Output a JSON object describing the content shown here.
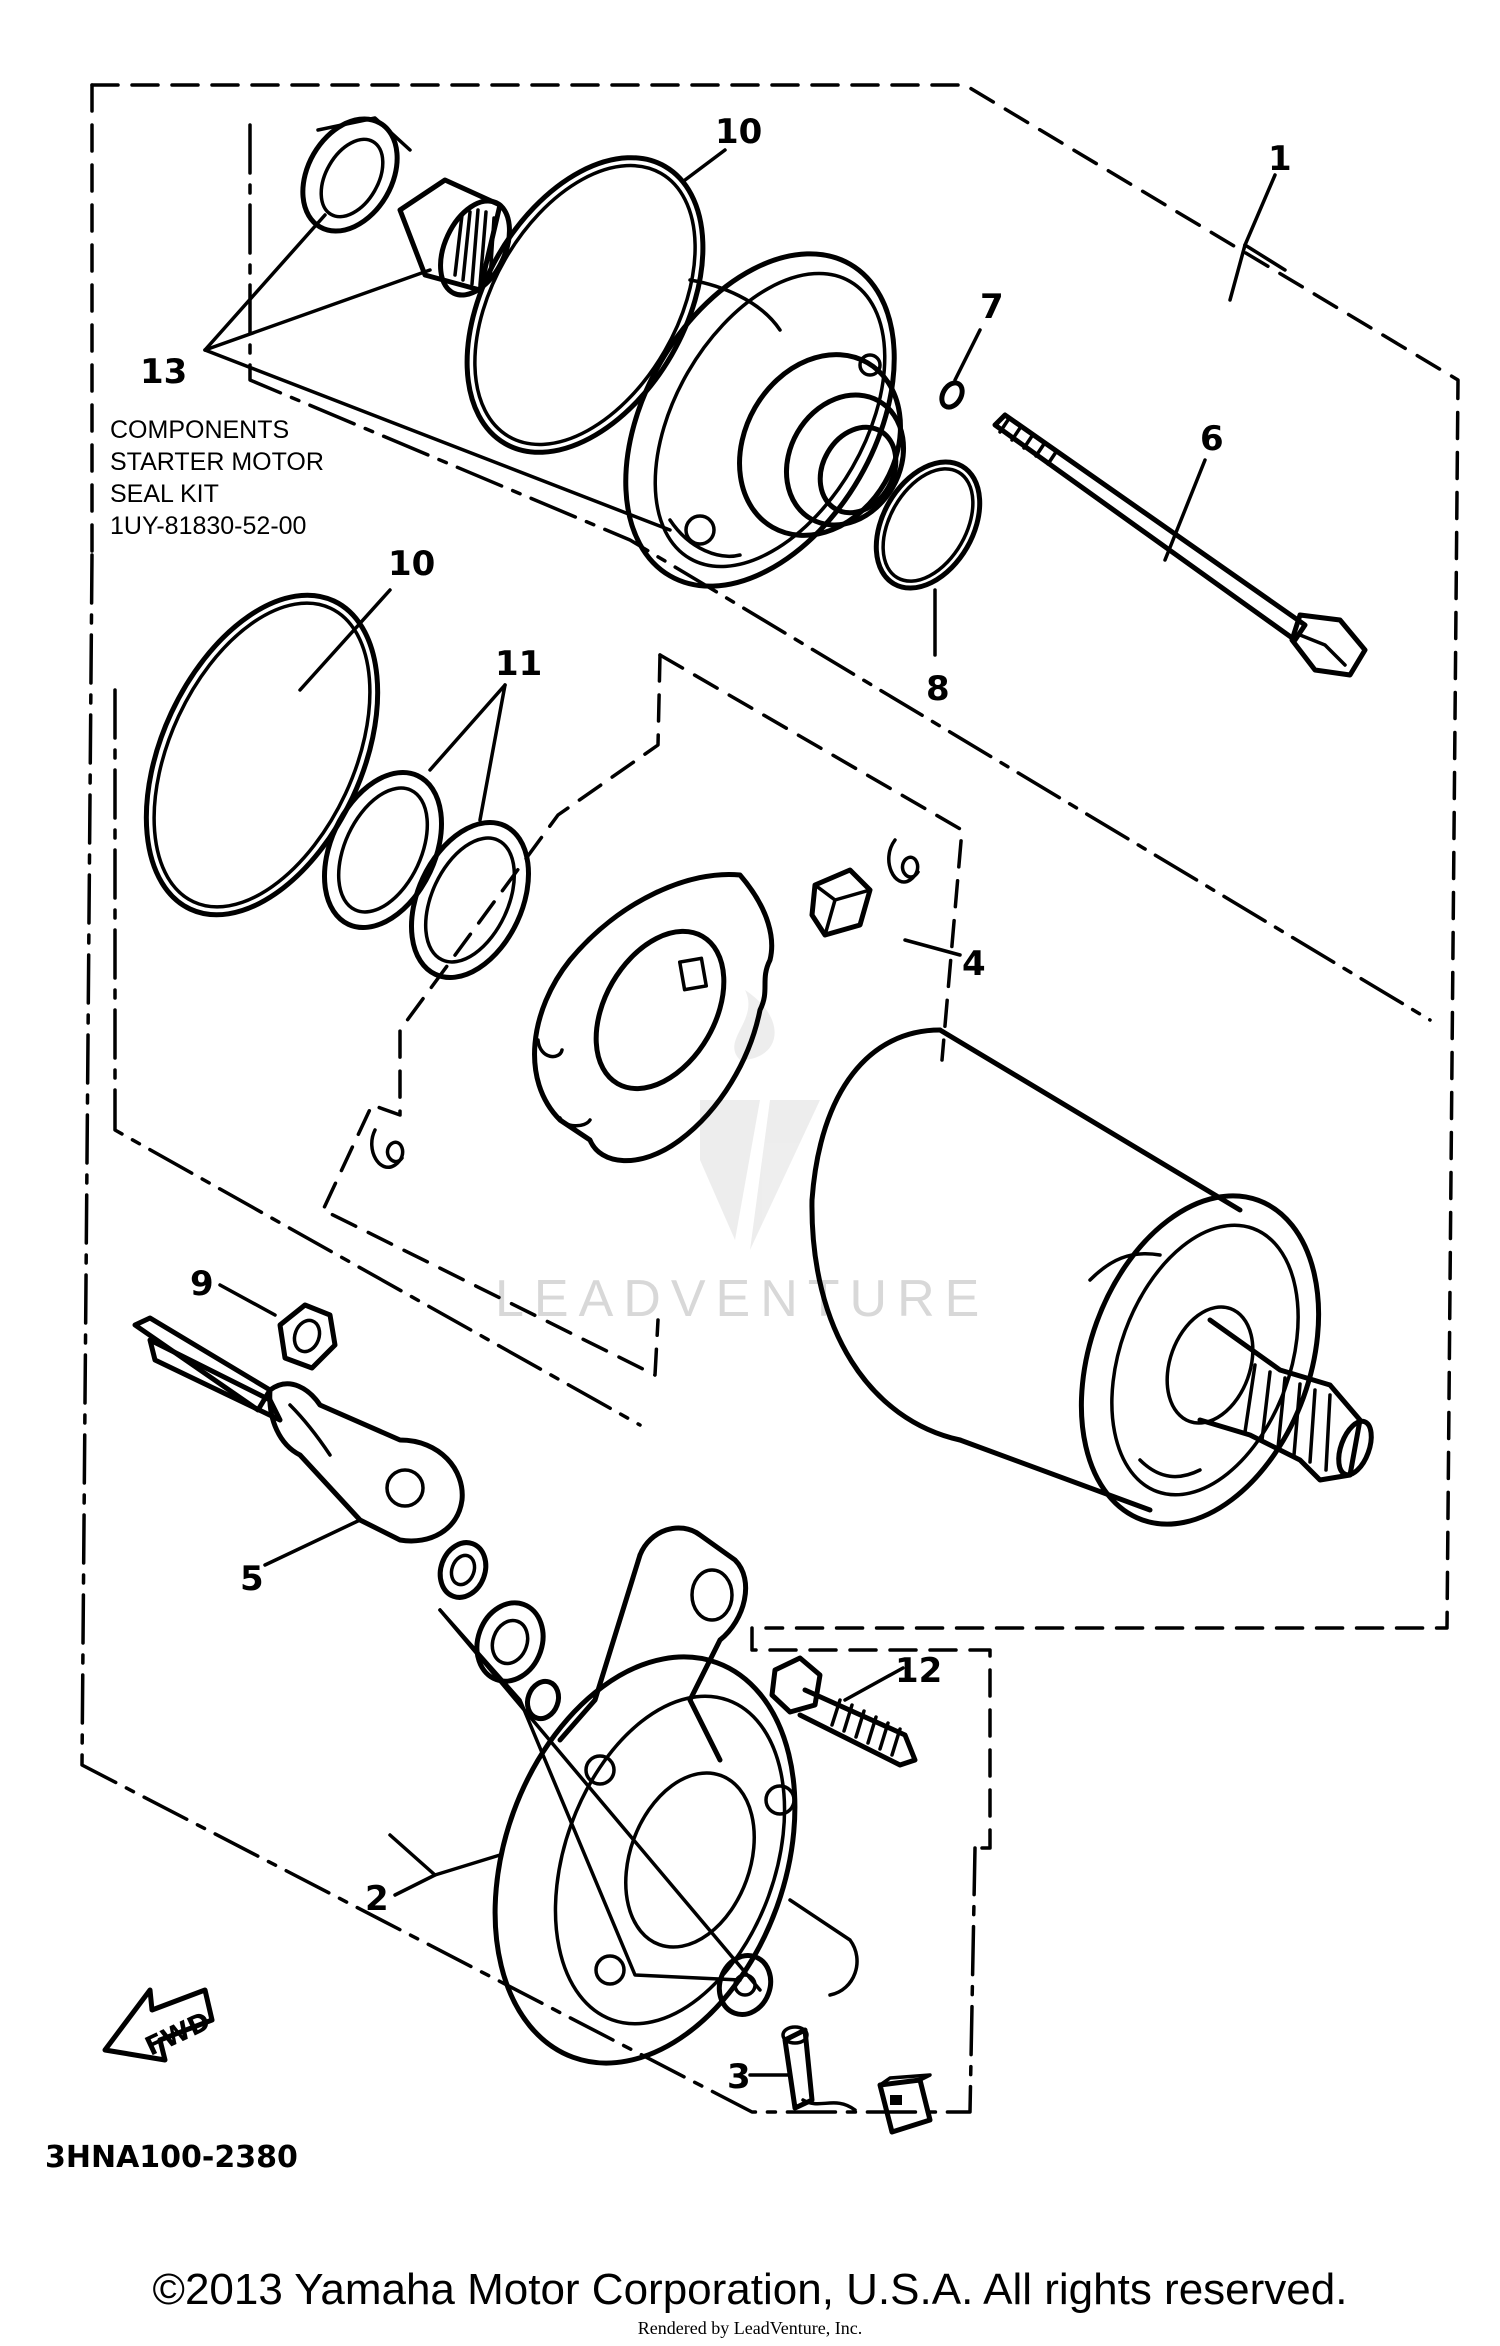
{
  "callouts": {
    "c1": "1",
    "c2": "2",
    "c3": "3",
    "c4": "4",
    "c5": "5",
    "c6": "6",
    "c7": "7",
    "c8": "8",
    "c9": "9",
    "c10a": "10",
    "c10b": "10",
    "c11": "11",
    "c12": "12",
    "c13": "13"
  },
  "kit": {
    "line1": "COMPONENTS",
    "line2": "STARTER MOTOR",
    "line3": "SEAL KIT",
    "line4": "1UY-81830-52-00"
  },
  "diagram_code": "3HNA100-2380",
  "fwd_label": "FWD",
  "watermark": "LEADVENTURE",
  "footer": {
    "copyright": "©2013 Yamaha Motor Corporation, U.S.A. All rights reserved.",
    "rendered_by": "Rendered by LeadVenture, Inc."
  }
}
